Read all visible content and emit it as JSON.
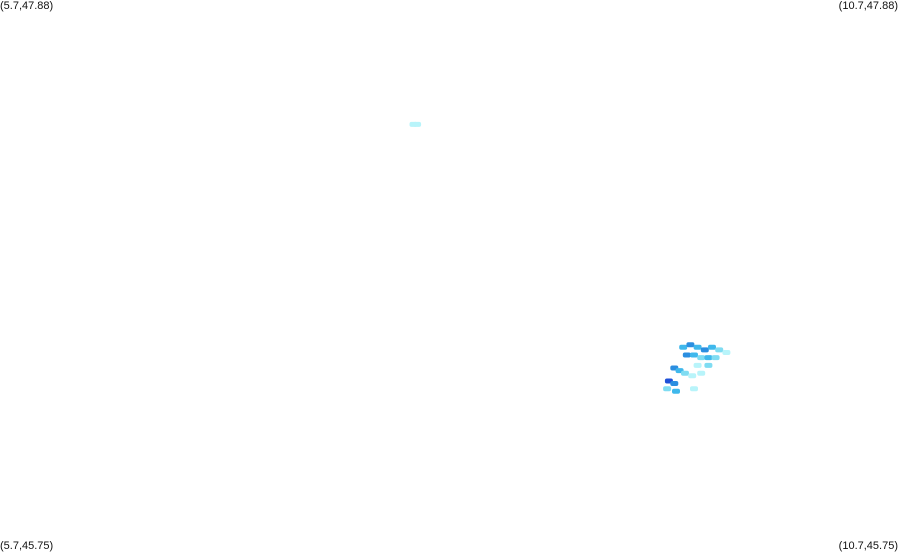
{
  "map": {
    "corners": {
      "top_left": "(5.7,47.88)",
      "top_right": "(10.7,47.88)",
      "bottom_left": "(5.7,45.75)",
      "bottom_right": "(10.7,45.75)"
    },
    "bounds": {
      "lon_min": 5.7,
      "lon_max": 10.7,
      "lat_min": 45.75,
      "lat_max": 47.88
    },
    "background_color": "#ffffff",
    "intensity_colors": {
      "very_light": "#b8f4fa",
      "light": "#7fdcf2",
      "medium": "#3fb8ec",
      "strong": "#2b8ee0",
      "very_strong": "#1e50d8"
    },
    "precipitation_cells": [
      {
        "lon": 8.0,
        "lat": 47.4,
        "level": "very_light"
      },
      {
        "lon": 8.02,
        "lat": 47.4,
        "level": "very_light"
      },
      {
        "lon": 9.5,
        "lat": 46.54,
        "level": "medium"
      },
      {
        "lon": 9.54,
        "lat": 46.55,
        "level": "strong"
      },
      {
        "lon": 9.58,
        "lat": 46.54,
        "level": "medium"
      },
      {
        "lon": 9.62,
        "lat": 46.53,
        "level": "strong"
      },
      {
        "lon": 9.66,
        "lat": 46.54,
        "level": "medium"
      },
      {
        "lon": 9.7,
        "lat": 46.53,
        "level": "light"
      },
      {
        "lon": 9.74,
        "lat": 46.52,
        "level": "very_light"
      },
      {
        "lon": 9.52,
        "lat": 46.51,
        "level": "strong"
      },
      {
        "lon": 9.56,
        "lat": 46.51,
        "level": "medium"
      },
      {
        "lon": 9.6,
        "lat": 46.5,
        "level": "light"
      },
      {
        "lon": 9.64,
        "lat": 46.5,
        "level": "medium"
      },
      {
        "lon": 9.68,
        "lat": 46.5,
        "level": "light"
      },
      {
        "lon": 9.58,
        "lat": 46.47,
        "level": "very_light"
      },
      {
        "lon": 9.64,
        "lat": 46.47,
        "level": "light"
      },
      {
        "lon": 9.45,
        "lat": 46.46,
        "level": "strong"
      },
      {
        "lon": 9.48,
        "lat": 46.45,
        "level": "medium"
      },
      {
        "lon": 9.51,
        "lat": 46.44,
        "level": "light"
      },
      {
        "lon": 9.55,
        "lat": 46.43,
        "level": "very_light"
      },
      {
        "lon": 9.6,
        "lat": 46.44,
        "level": "very_light"
      },
      {
        "lon": 9.42,
        "lat": 46.41,
        "level": "very_strong"
      },
      {
        "lon": 9.45,
        "lat": 46.4,
        "level": "strong"
      },
      {
        "lon": 9.41,
        "lat": 46.38,
        "level": "light"
      },
      {
        "lon": 9.46,
        "lat": 46.37,
        "level": "medium"
      },
      {
        "lon": 9.56,
        "lat": 46.38,
        "level": "very_light"
      }
    ]
  }
}
